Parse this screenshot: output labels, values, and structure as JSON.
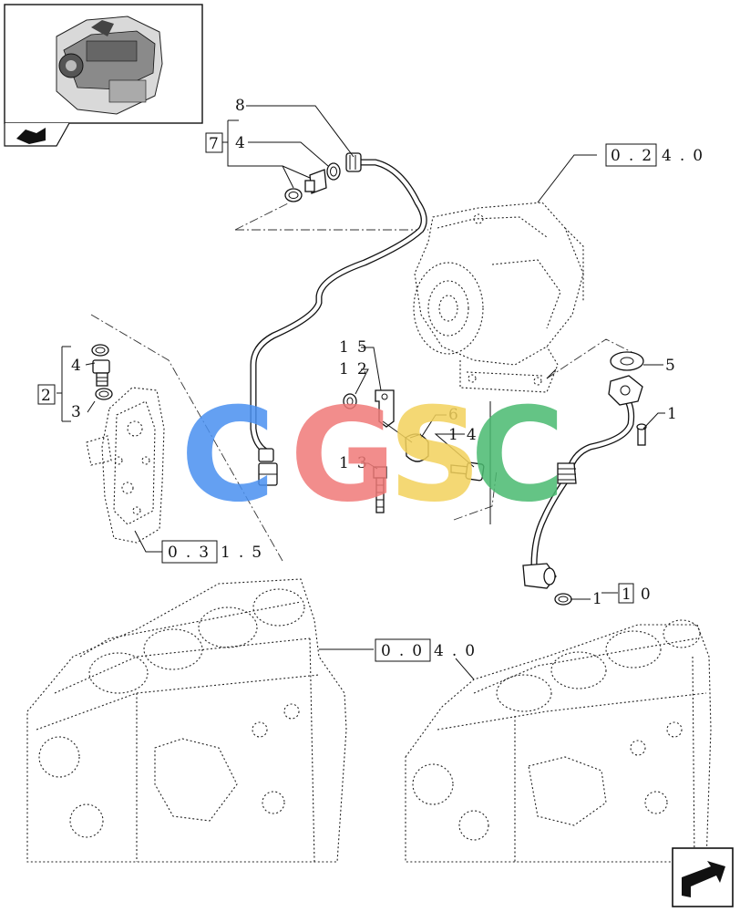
{
  "callouts": {
    "c8": "8",
    "c7": "7",
    "c4_top": "4",
    "c2": "2",
    "c4_left": "4",
    "c3": "3",
    "c15": "15",
    "c12": "12",
    "c13": "13",
    "c6": "6",
    "c14": "14",
    "c5": "5",
    "c1_right": "1",
    "c1_bottom": "1",
    "c10": "10"
  },
  "references": {
    "turbo_box": "0.2",
    "turbo_tail": "4.0",
    "block_box": "0.0",
    "block_tail": "4.0",
    "pump_box": "0.3",
    "pump_tail": "1.5"
  },
  "watermark": {
    "letters": [
      "C",
      "G",
      "S",
      "C"
    ],
    "colors": [
      "#4a90f0",
      "#f07a78",
      "#f3d25c",
      "#4aba70"
    ]
  }
}
